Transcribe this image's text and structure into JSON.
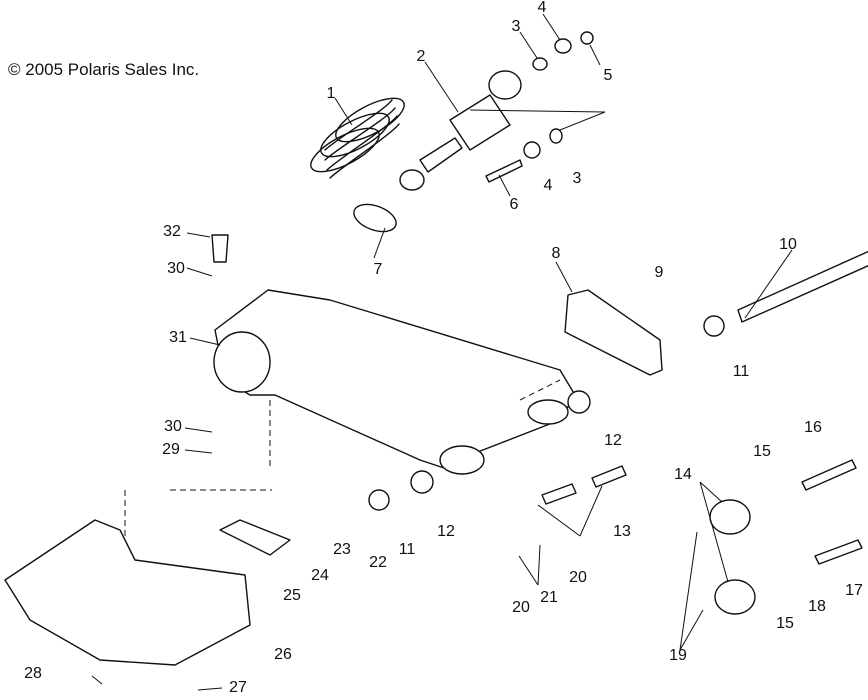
{
  "copyright": "© 2005 Polaris Sales Inc.",
  "callouts": [
    "1",
    "2",
    "3",
    "4",
    "3",
    "4",
    "5",
    "6",
    "7",
    "8",
    "9",
    "10",
    "11",
    "12",
    "12",
    "13",
    "14",
    "15",
    "15",
    "16",
    "17",
    "18",
    "19",
    "20",
    "20",
    "21",
    "22",
    "11",
    "23",
    "24",
    "25",
    "26",
    "27",
    "28",
    "29",
    "30",
    "30",
    "31",
    "32"
  ]
}
